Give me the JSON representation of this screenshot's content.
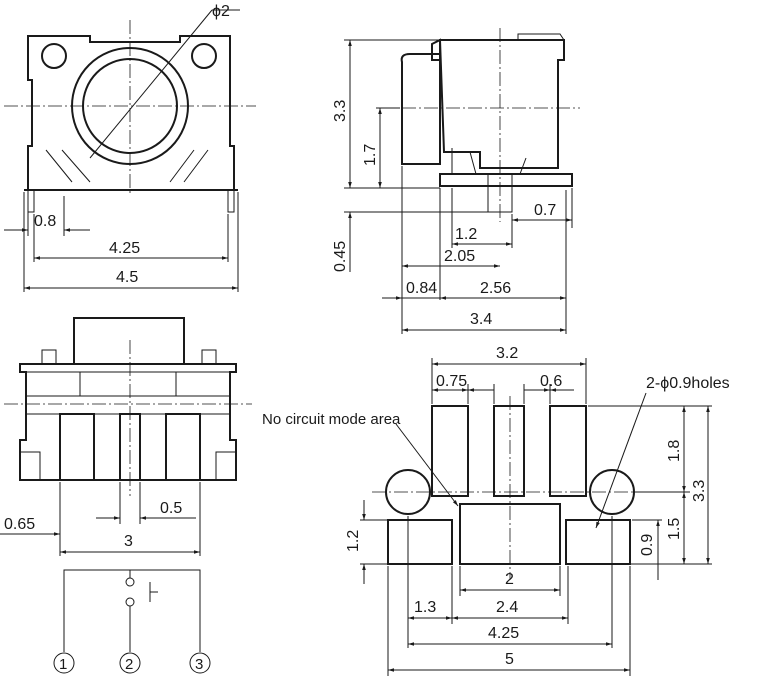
{
  "top_view": {
    "diameter": "ϕ2",
    "pitch": "0.8",
    "inner_width": "4.25",
    "outer_width": "4.5"
  },
  "side_view": {
    "height": "3.3",
    "stem_height": "1.7",
    "lead_thickness": "0.45",
    "lead_extension": "0.7",
    "lead_dim_a": "1.2",
    "lead_dim_b": "2.05",
    "offset": "0.84",
    "body_length": "2.56",
    "total_length": "3.4"
  },
  "front_view": {
    "left_margin": "0.65",
    "lead_width": "0.5",
    "lead_span": "3"
  },
  "schematic": {
    "pins": [
      "1",
      "2",
      "3"
    ]
  },
  "pcb_layout": {
    "no_circuit_label": "No circuit mode area",
    "holes_label": "2-ϕ0.9holes",
    "top_pad_span": "3.2",
    "pad_width": "0.75",
    "pad_gap": "0.6",
    "top_pad_height": "1.8",
    "total_height": "3.3",
    "lower_height": "1.5",
    "pad_height": "0.9",
    "side_pad_height": "1.2",
    "area_width": "2",
    "edge_pad": "1.3",
    "inner_span": "2.4",
    "hole_span": "4.25",
    "total_width": "5"
  },
  "colors": {
    "line": "#1a1a1a",
    "background": "#ffffff"
  }
}
